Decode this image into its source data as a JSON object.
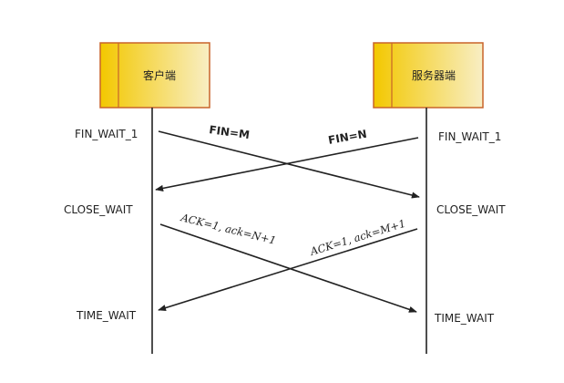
{
  "participants": {
    "client": {
      "label": "客户端"
    },
    "server": {
      "label": "服务器端"
    }
  },
  "states": {
    "client": [
      "FIN_WAIT_1",
      "CLOSE_WAIT",
      "TIME_WAIT"
    ],
    "server": [
      "FIN_WAIT_1",
      "CLOSE_WAIT",
      "TIME_WAIT"
    ]
  },
  "messages": [
    {
      "label": "FIN=M",
      "from": "client",
      "to": "server"
    },
    {
      "label": "FIN=N",
      "from": "server",
      "to": "client"
    },
    {
      "label": "ACK=1, ack=N+1",
      "from": "client",
      "to": "server"
    },
    {
      "label": "ACK=1, ack=M+1",
      "from": "server",
      "to": "client"
    }
  ],
  "colors": {
    "box_gradient_start": "#f3c800",
    "box_gradient_end": "#f8eec4",
    "box_border": "#c8642a",
    "line": "#222222"
  }
}
